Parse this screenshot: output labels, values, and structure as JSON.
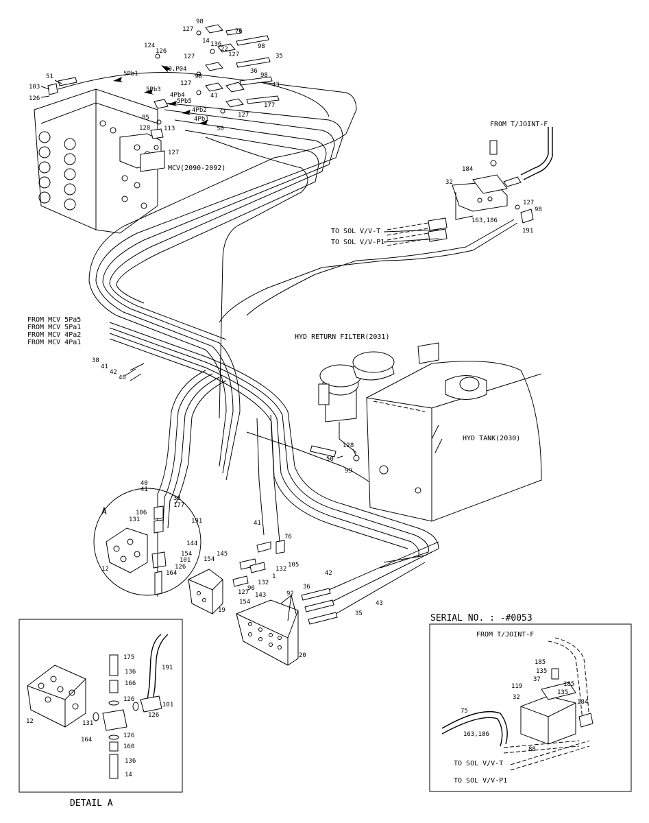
{
  "components": {
    "mcv": "MCV(2090-2092)",
    "filter": "HYD RETURN FILTER(2031)",
    "tank": "HYD TANK(2030)",
    "from_tjoint": "FROM T/JOINT-F",
    "to_sol_t": "TO SOL V/V-T",
    "to_sol_p1": "TO SOL V/V-P1",
    "from_mcv_5pa5": "FROM MCV 5Pa5",
    "from_mcv_5pa1": "FROM MCV 5Pa1",
    "from_mcv_4pa2": "FROM MCV 4Pa2",
    "from_mcv_4pa1": "FROM MCV 4Pa1"
  },
  "ports": {
    "p5pb1": "5Pb1",
    "p5pb3": "5Pb3",
    "p4pb4": "4Pb4",
    "p5pb5": "5Pb5",
    "p4pb2": "4Pb2",
    "p4pb1": "4Pb1",
    "to_p04": "TO,P04"
  },
  "inset": {
    "serial": "SERIAL NO. : -#0053",
    "from_tjoint": "FROM T/JOINT-F",
    "to_sol_t": "TO SOL V/V-T",
    "to_sol_p1": "TO SOL V/V-P1"
  },
  "detail": {
    "callout": "A",
    "title": "DETAIL A"
  },
  "part_numbers": {
    "n98a": "98",
    "n127a": "127",
    "n76a": "76",
    "n14a": "14",
    "n136a": "136",
    "n124": "124",
    "n126a": "126",
    "n22": "22",
    "n127b": "127",
    "n98b": "98",
    "n35a": "35",
    "n51": "51",
    "n103": "103",
    "n126b": "126",
    "n98c": "98",
    "n36a": "36",
    "n98d": "98",
    "n127c": "127",
    "n43a": "43",
    "n41a": "41",
    "n177a": "177",
    "n127d": "127",
    "n85": "85",
    "n128a": "128",
    "n113": "113",
    "n50a": "50",
    "n127e": "127",
    "n184a": "184",
    "n32a": "32",
    "n127f": "127",
    "n98e": "98",
    "n163a": "163,186",
    "n191a": "191",
    "n38a": "38",
    "n41b": "41",
    "n42a": "42",
    "n40a": "40",
    "n128b": "128",
    "n50b": "50",
    "n99": "99",
    "n40b": "40",
    "n41c": "41",
    "n38b": "38",
    "n177b": "177",
    "n191b": "191",
    "n106": "106",
    "n131a": "131",
    "n144": "144",
    "n154a": "154",
    "n101a": "101",
    "n126c": "126",
    "n164a": "164",
    "n12a": "12",
    "n41d": "41",
    "n76b": "76",
    "n145": "145",
    "n154b": "154",
    "n1": "1",
    "n132a": "132",
    "n105": "105",
    "n132b": "132",
    "n96": "96",
    "n127g": "127",
    "n19": "19",
    "n154c": "154",
    "n143": "143",
    "n36b": "36",
    "n42b": "42",
    "n92": "92",
    "n43b": "43",
    "n35b": "35",
    "n20": "20",
    "n175": "175",
    "n191c": "191",
    "n136b": "136",
    "n166": "166",
    "n126d": "126",
    "n101b": "101",
    "n126e": "126",
    "n12b": "12",
    "n131b": "131",
    "n164b": "164",
    "n126f": "126",
    "n160": "160",
    "n136c": "136",
    "n14b": "14",
    "n185a": "185",
    "n135a": "135",
    "n37": "37",
    "n185b": "185",
    "n119": "119",
    "n135b": "135",
    "n32b": "32",
    "n184b": "184",
    "n75": "75",
    "n163b": "163,186",
    "n88": "88"
  }
}
